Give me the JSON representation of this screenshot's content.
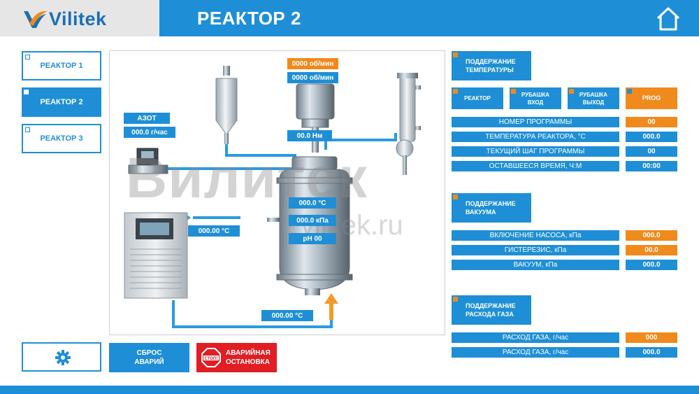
{
  "header": {
    "logo_text": "Vilitek",
    "title": "РЕАКТОР 2",
    "home_icon": "home-icon"
  },
  "nav": {
    "items": [
      {
        "label": "РЕАКТОР 1",
        "active": false
      },
      {
        "label": "РЕАКТОР 2",
        "active": true
      },
      {
        "label": "РЕАКТОР 3",
        "active": false
      }
    ]
  },
  "bottom_buttons": {
    "settings_icon": "gear-icon",
    "reset_line1": "СБРОС",
    "reset_line2": "АВАРИЙ",
    "estop_sign": "СТОП!",
    "estop_line1": "АВАРИЙНАЯ",
    "estop_line2": "ОСТАНОВКА"
  },
  "diagram": {
    "stirrer_setpoint": "0000 об/мин",
    "stirrer_speed": "0000 об/мин",
    "torque": "00.0 Нм",
    "nitrogen_label": "АЗОТ",
    "nitrogen_flow": "000.0 г/час",
    "reactor_temp": "000.0 °C",
    "reactor_pressure": "000.0 кПа",
    "reactor_ph": "pH 00",
    "thermostat_out_temp": "000.00 °C",
    "thermostat_return_temp": "000.00 °C",
    "watermark_brand": "Вилитек",
    "watermark_url": "vilitek.ru"
  },
  "temperature": {
    "header_line1": "ПОДДЕРЖАНИЕ",
    "header_line2": "ТЕМПЕРАТУРЫ",
    "modes": [
      {
        "label1": "РЕАКТОР",
        "label2": "",
        "active": false
      },
      {
        "label1": "РУБАШКА",
        "label2": "ВХОД",
        "active": false
      },
      {
        "label1": "РУБАШКА",
        "label2": "ВЫХОД",
        "active": false
      },
      {
        "label1": "PROG",
        "label2": "",
        "active": true
      }
    ],
    "rows": [
      {
        "label": "НОМЕР ПРОГРАММЫ",
        "value": "00",
        "editable": true
      },
      {
        "label": "ТЕМПЕРАТУРА РЕАКТОРА, °С",
        "value": "000.0",
        "editable": false
      },
      {
        "label": "ТЕКУЩИЙ ШАГ ПРОГРАММЫ",
        "value": "00",
        "editable": false
      },
      {
        "label": "ОСТАВШЕЕСЯ ВРЕМЯ, Ч:М",
        "value": "00:00",
        "editable": false
      }
    ]
  },
  "vacuum": {
    "header_line1": "ПОДДЕРЖАНИЕ",
    "header_line2": "ВАКУУМА",
    "rows": [
      {
        "label": "ВКЛЮЧЕНИЕ НАСОСА, кПа",
        "value": "000.0",
        "editable": true
      },
      {
        "label": "ГИСТЕРЕЗИС, кПа",
        "value": "00.0",
        "editable": true
      },
      {
        "label": "ВАКУУМ, кПа",
        "value": "000.0",
        "editable": false
      }
    ]
  },
  "gas": {
    "header_line1": "ПОДДЕРЖАНИЕ",
    "header_line2": "РАСХОДА ГАЗА",
    "rows": [
      {
        "label": "РАСХОД ГАЗА, г/час",
        "value": "000",
        "editable": true
      },
      {
        "label": "РАСХОД ГАЗА, г/час",
        "value": "000.0",
        "editable": false
      }
    ]
  },
  "colors": {
    "primary": "#1e8fd6",
    "accent": "#f08a1c",
    "alarm": "#e01e24",
    "pipe": "#2a9be0"
  }
}
